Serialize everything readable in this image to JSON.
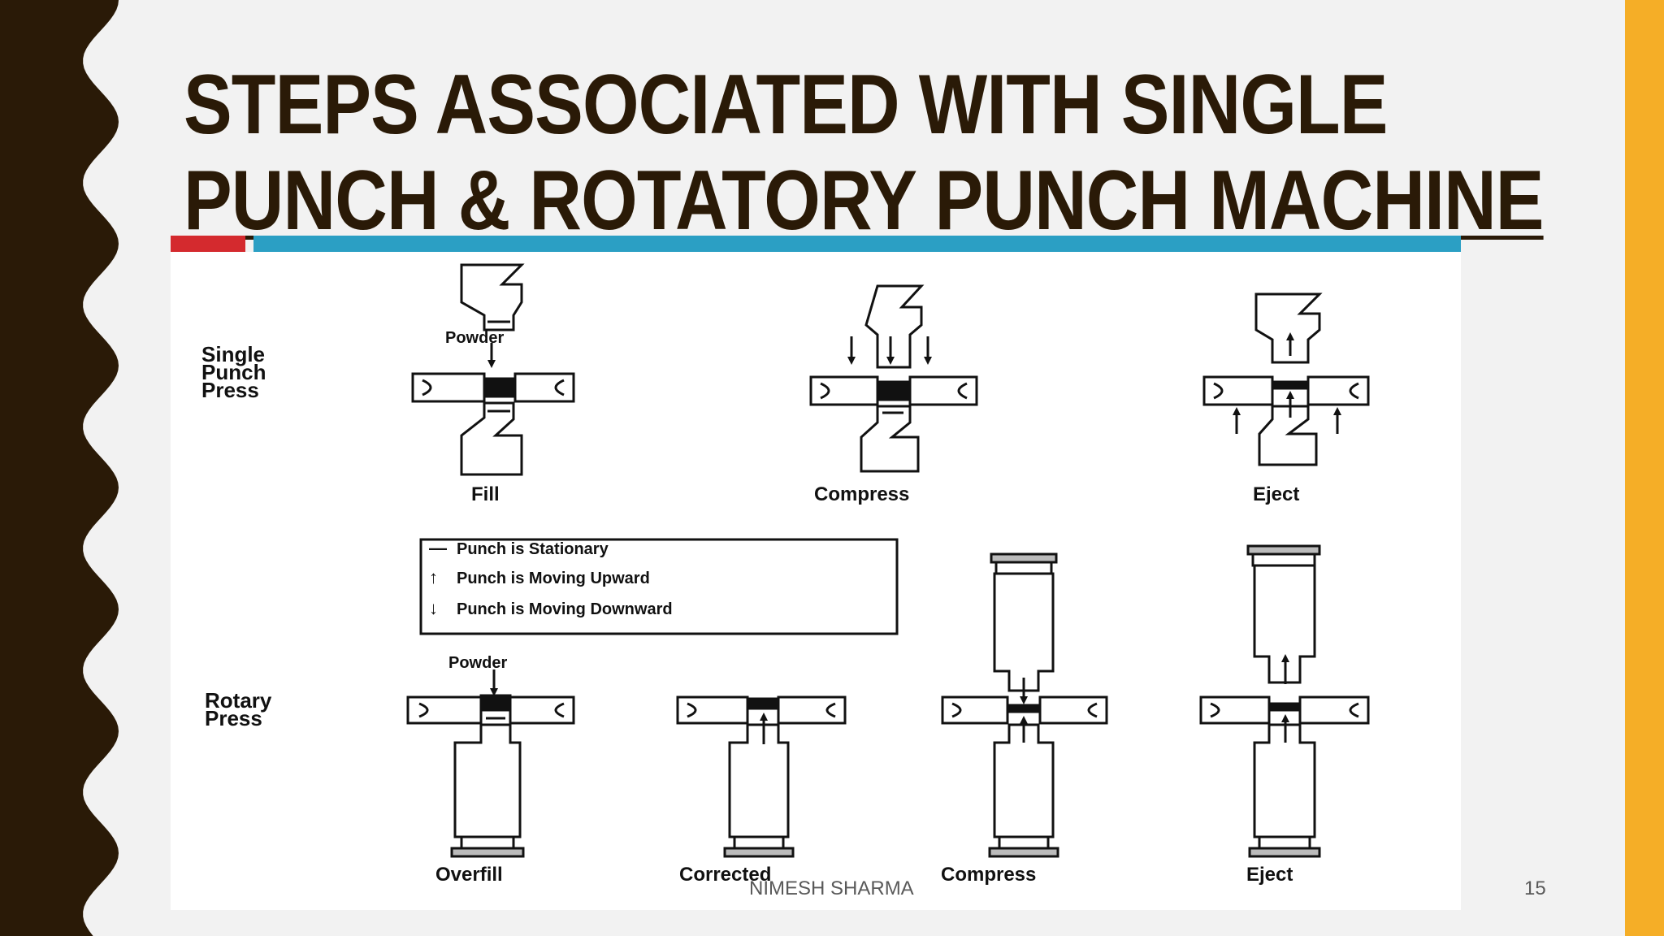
{
  "slide": {
    "title_line1": "STEPS ASSOCIATED WITH SINGLE",
    "title_line2": "PUNCH & ROTATORY PUNCH MACHINE",
    "author": "NIMESH SHARMA",
    "page_number": "15"
  },
  "diagram": {
    "single_press_label": [
      "Single",
      "Punch",
      "Press"
    ],
    "rotary_press_label": [
      "Rotary",
      "Press"
    ],
    "powder_label": "Powder",
    "single_steps": [
      "Fill",
      "Compress",
      "Eject"
    ],
    "rotary_steps": [
      "Overfill",
      "Corrected",
      "Compress",
      "Eject"
    ],
    "legend": [
      {
        "symbol": "—",
        "text": "Punch is Stationary"
      },
      {
        "symbol": "↑",
        "text": "Punch is Moving Upward"
      },
      {
        "symbol": "↓",
        "text": "Punch is Moving Downward"
      }
    ]
  },
  "colors": {
    "left_band": "#2a1a07",
    "right_band": "#f5ae27",
    "accent_red": "#d42a2e",
    "accent_blue": "#2b9fc4",
    "title": "#2a1a07"
  }
}
